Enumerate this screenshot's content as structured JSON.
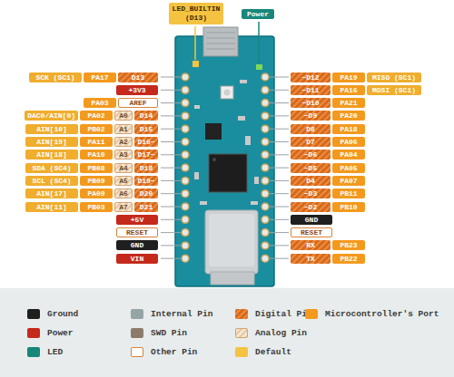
{
  "diagram": {
    "nodes": [
      {
        "text": [
          "LED_BUILTIN (D13)"
        ]
      },
      {
        "text": [
          "Power"
        ]
      },
      {
        "text": [
          "SCK (SC1)"
        ]
      },
      {
        "text": [
          "PA17"
        ]
      },
      {
        "text": [
          "D13"
        ]
      },
      {
        "text": [
          "~D12"
        ]
      },
      {
        "text": [
          "PA19"
        ]
      },
      {
        "text": [
          "MISO (SC1)"
        ]
      },
      {
        "text": [
          "+3V3"
        ]
      },
      {
        "text": [
          "~D11"
        ]
      },
      {
        "text": [
          "PA16"
        ]
      },
      {
        "text": [
          "MOSI (SC1)"
        ]
      },
      {
        "text": [
          "PA03"
        ]
      },
      {
        "text": [
          "AREF"
        ]
      },
      {
        "text": [
          "~D10"
        ]
      },
      {
        "text": [
          "PA21"
        ]
      },
      {
        "text": [
          "DAC0/AIN[0]"
        ]
      },
      {
        "text": [
          "PA02"
        ]
      },
      {
        "text": [
          "A0"
        ]
      },
      {
        "text": [
          "D14"
        ]
      },
      {
        "text": [
          "~D9"
        ]
      },
      {
        "text": [
          "PA20"
        ]
      },
      {
        "text": [
          "AIN[10]"
        ]
      },
      {
        "text": [
          "PB02"
        ]
      },
      {
        "text": [
          "A1"
        ]
      },
      {
        "text": [
          "D15"
        ]
      },
      {
        "text": [
          "D8"
        ]
      },
      {
        "text": [
          "PA18"
        ]
      },
      {
        "text": [
          "AIN[19]"
        ]
      },
      {
        "text": [
          "PA11"
        ]
      },
      {
        "text": [
          "A2"
        ]
      },
      {
        "text": [
          "D16~"
        ]
      },
      {
        "text": [
          "D7"
        ]
      },
      {
        "text": [
          "PA06"
        ]
      },
      {
        "text": [
          "AIN[18]"
        ]
      },
      {
        "text": [
          "PA10"
        ]
      },
      {
        "text": [
          "A3"
        ]
      },
      {
        "text": [
          "D17~"
        ]
      },
      {
        "text": [
          "~D6"
        ]
      },
      {
        "text": [
          "PA04"
        ]
      },
      {
        "text": [
          "SDA (SC4)"
        ]
      },
      {
        "text": [
          "PB08"
        ]
      },
      {
        "text": [
          "A4"
        ]
      },
      {
        "text": [
          "D18"
        ]
      },
      {
        "text": [
          "~D5"
        ]
      },
      {
        "text": [
          "PA05"
        ]
      },
      {
        "text": [
          "SCL (SC4)"
        ]
      },
      {
        "text": [
          "PB09"
        ]
      },
      {
        "text": [
          "A5"
        ]
      },
      {
        "text": [
          "D19~"
        ]
      },
      {
        "text": [
          "D4"
        ]
      },
      {
        "text": [
          "PA07"
        ]
      },
      {
        "text": [
          "AIN[17]"
        ]
      },
      {
        "text": [
          "PA09"
        ]
      },
      {
        "text": [
          "A6"
        ]
      },
      {
        "text": [
          "D20"
        ]
      },
      {
        "text": [
          "~D3"
        ]
      },
      {
        "text": [
          "PB11"
        ]
      },
      {
        "text": [
          "AIN[11]"
        ]
      },
      {
        "text": [
          "PB03"
        ]
      },
      {
        "text": [
          "A7"
        ]
      },
      {
        "text": [
          "D21"
        ]
      },
      {
        "text": [
          "~D2"
        ]
      },
      {
        "text": [
          "PB10"
        ]
      },
      {
        "text": [
          "+5V"
        ]
      },
      {
        "text": [
          "GND"
        ]
      },
      {
        "text": [
          "RESET"
        ]
      },
      {
        "text": [
          "RESET"
        ]
      },
      {
        "text": [
          "GND"
        ]
      },
      {
        "text": [
          "RX"
        ]
      },
      {
        "text": [
          "PB23"
        ]
      },
      {
        "text": [
          "VIN"
        ]
      },
      {
        "text": [
          "TX"
        ]
      },
      {
        "text": [
          "PB22"
        ]
      }
    ],
    "legend": [
      {
        "text": "Ground",
        "color": "#1f1f1f"
      },
      {
        "text": "Internal Pin",
        "color": "#95a5a6"
      },
      {
        "text": "Digital Pin"
      },
      {
        "text": "Microcontroller's Port",
        "color": "#f39a1e"
      },
      {
        "text": "Power",
        "color": "#c4291c"
      },
      {
        "text": "SWD Pin",
        "color": "#8c7b6b"
      },
      {
        "text": "Analog Pin"
      },
      {
        "text": "LED",
        "color": "#17877b"
      },
      {
        "text": "Other Pin"
      },
      {
        "text": "Default",
        "color": "#f5c342"
      }
    ]
  }
}
